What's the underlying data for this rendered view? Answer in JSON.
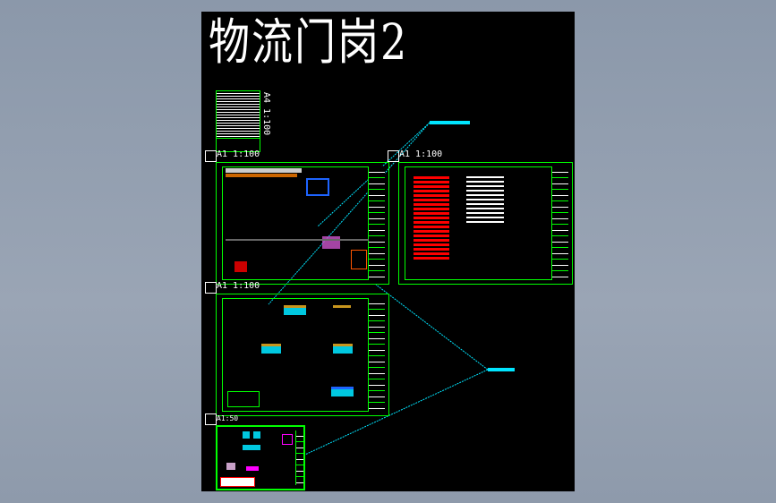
{
  "drawing": {
    "title": "物流门岗2",
    "sheets": [
      {
        "label": "A4 1:100"
      },
      {
        "label": "A1 1:100"
      },
      {
        "label": "A1 1:100"
      },
      {
        "label": "A1 1:100"
      },
      {
        "label": "A1:50"
      }
    ],
    "colors": {
      "background": "#000000",
      "frame": "#00ff00",
      "leader": "#00e5ff",
      "viewport": "#8b98aa"
    }
  }
}
